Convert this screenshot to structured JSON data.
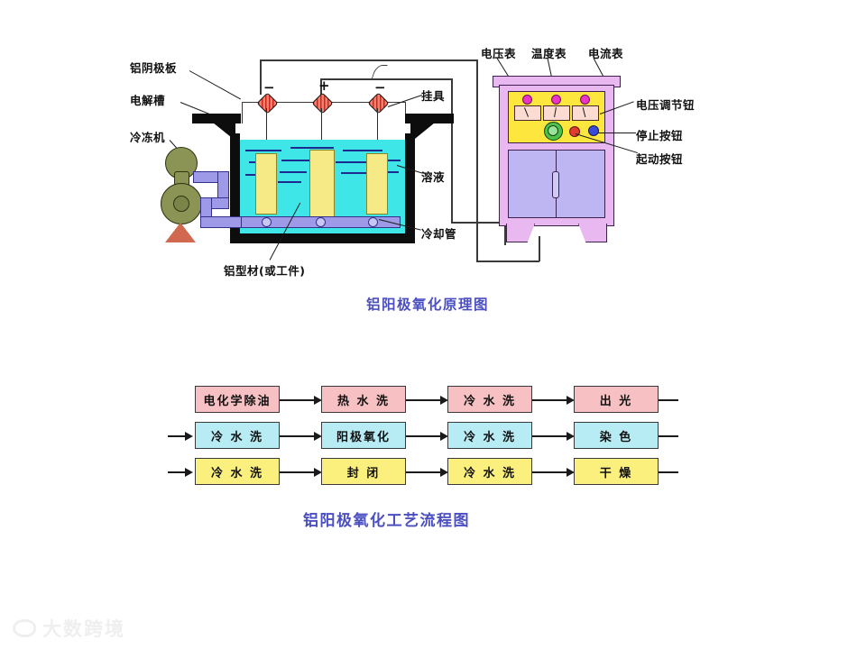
{
  "principle_diagram": {
    "caption": "铝阳极氧化原理图",
    "left_labels": [
      {
        "text": "铝阴极板"
      },
      {
        "text": "电解槽"
      },
      {
        "text": "冷冻机"
      }
    ],
    "bottom_label": "铝型材(或工件)",
    "right_labels": [
      {
        "text": "挂具"
      },
      {
        "text": "溶液"
      },
      {
        "text": "冷却管"
      }
    ],
    "electrodes": [
      {
        "sign": "−"
      },
      {
        "sign": "+"
      },
      {
        "sign": "−"
      }
    ],
    "colors": {
      "electrolyte": "#3fe6e8",
      "plate": "#f6ea86",
      "tank_wall": "#0d0d0d",
      "pipe": "#9e9ae8",
      "chiller": "#8b9455",
      "chiller_base": "#d0694f",
      "terminal": "#e8412c"
    }
  },
  "control_cabinet": {
    "meter_labels": [
      {
        "text": "电压表"
      },
      {
        "text": "温度表"
      },
      {
        "text": "电流表"
      }
    ],
    "control_labels": [
      {
        "text": "电压调节钮"
      },
      {
        "text": "停止按钮"
      },
      {
        "text": "起动按钮"
      }
    ],
    "colors": {
      "body": "#eab8f0",
      "panel": "#fde73f",
      "door": "#bdb6f2",
      "meter_face": "#fbdbd2",
      "meter_dot": "#ee33c8",
      "knob": "#4cc24c",
      "stop_button": "#e23c2e",
      "start_button": "#3a49d8"
    }
  },
  "flow_chart": {
    "caption": "铝阳极氧化工艺流程图",
    "rows": [
      {
        "color": "#f7c0c2",
        "steps": [
          {
            "label": "电化学除油"
          },
          {
            "label": "热 水 洗"
          },
          {
            "label": "冷 水 洗"
          },
          {
            "label": "出  光"
          }
        ]
      },
      {
        "color": "#b8ecf5",
        "steps": [
          {
            "label": "冷 水 洗"
          },
          {
            "label": "阳极氧化"
          },
          {
            "label": "冷 水 洗"
          },
          {
            "label": "染  色"
          }
        ]
      },
      {
        "color": "#fbf07e",
        "steps": [
          {
            "label": "冷 水 洗"
          },
          {
            "label": "封  闭"
          },
          {
            "label": "冷 水 洗"
          },
          {
            "label": "干  燥"
          }
        ]
      }
    ]
  },
  "watermark": {
    "text": "大数跨境"
  }
}
